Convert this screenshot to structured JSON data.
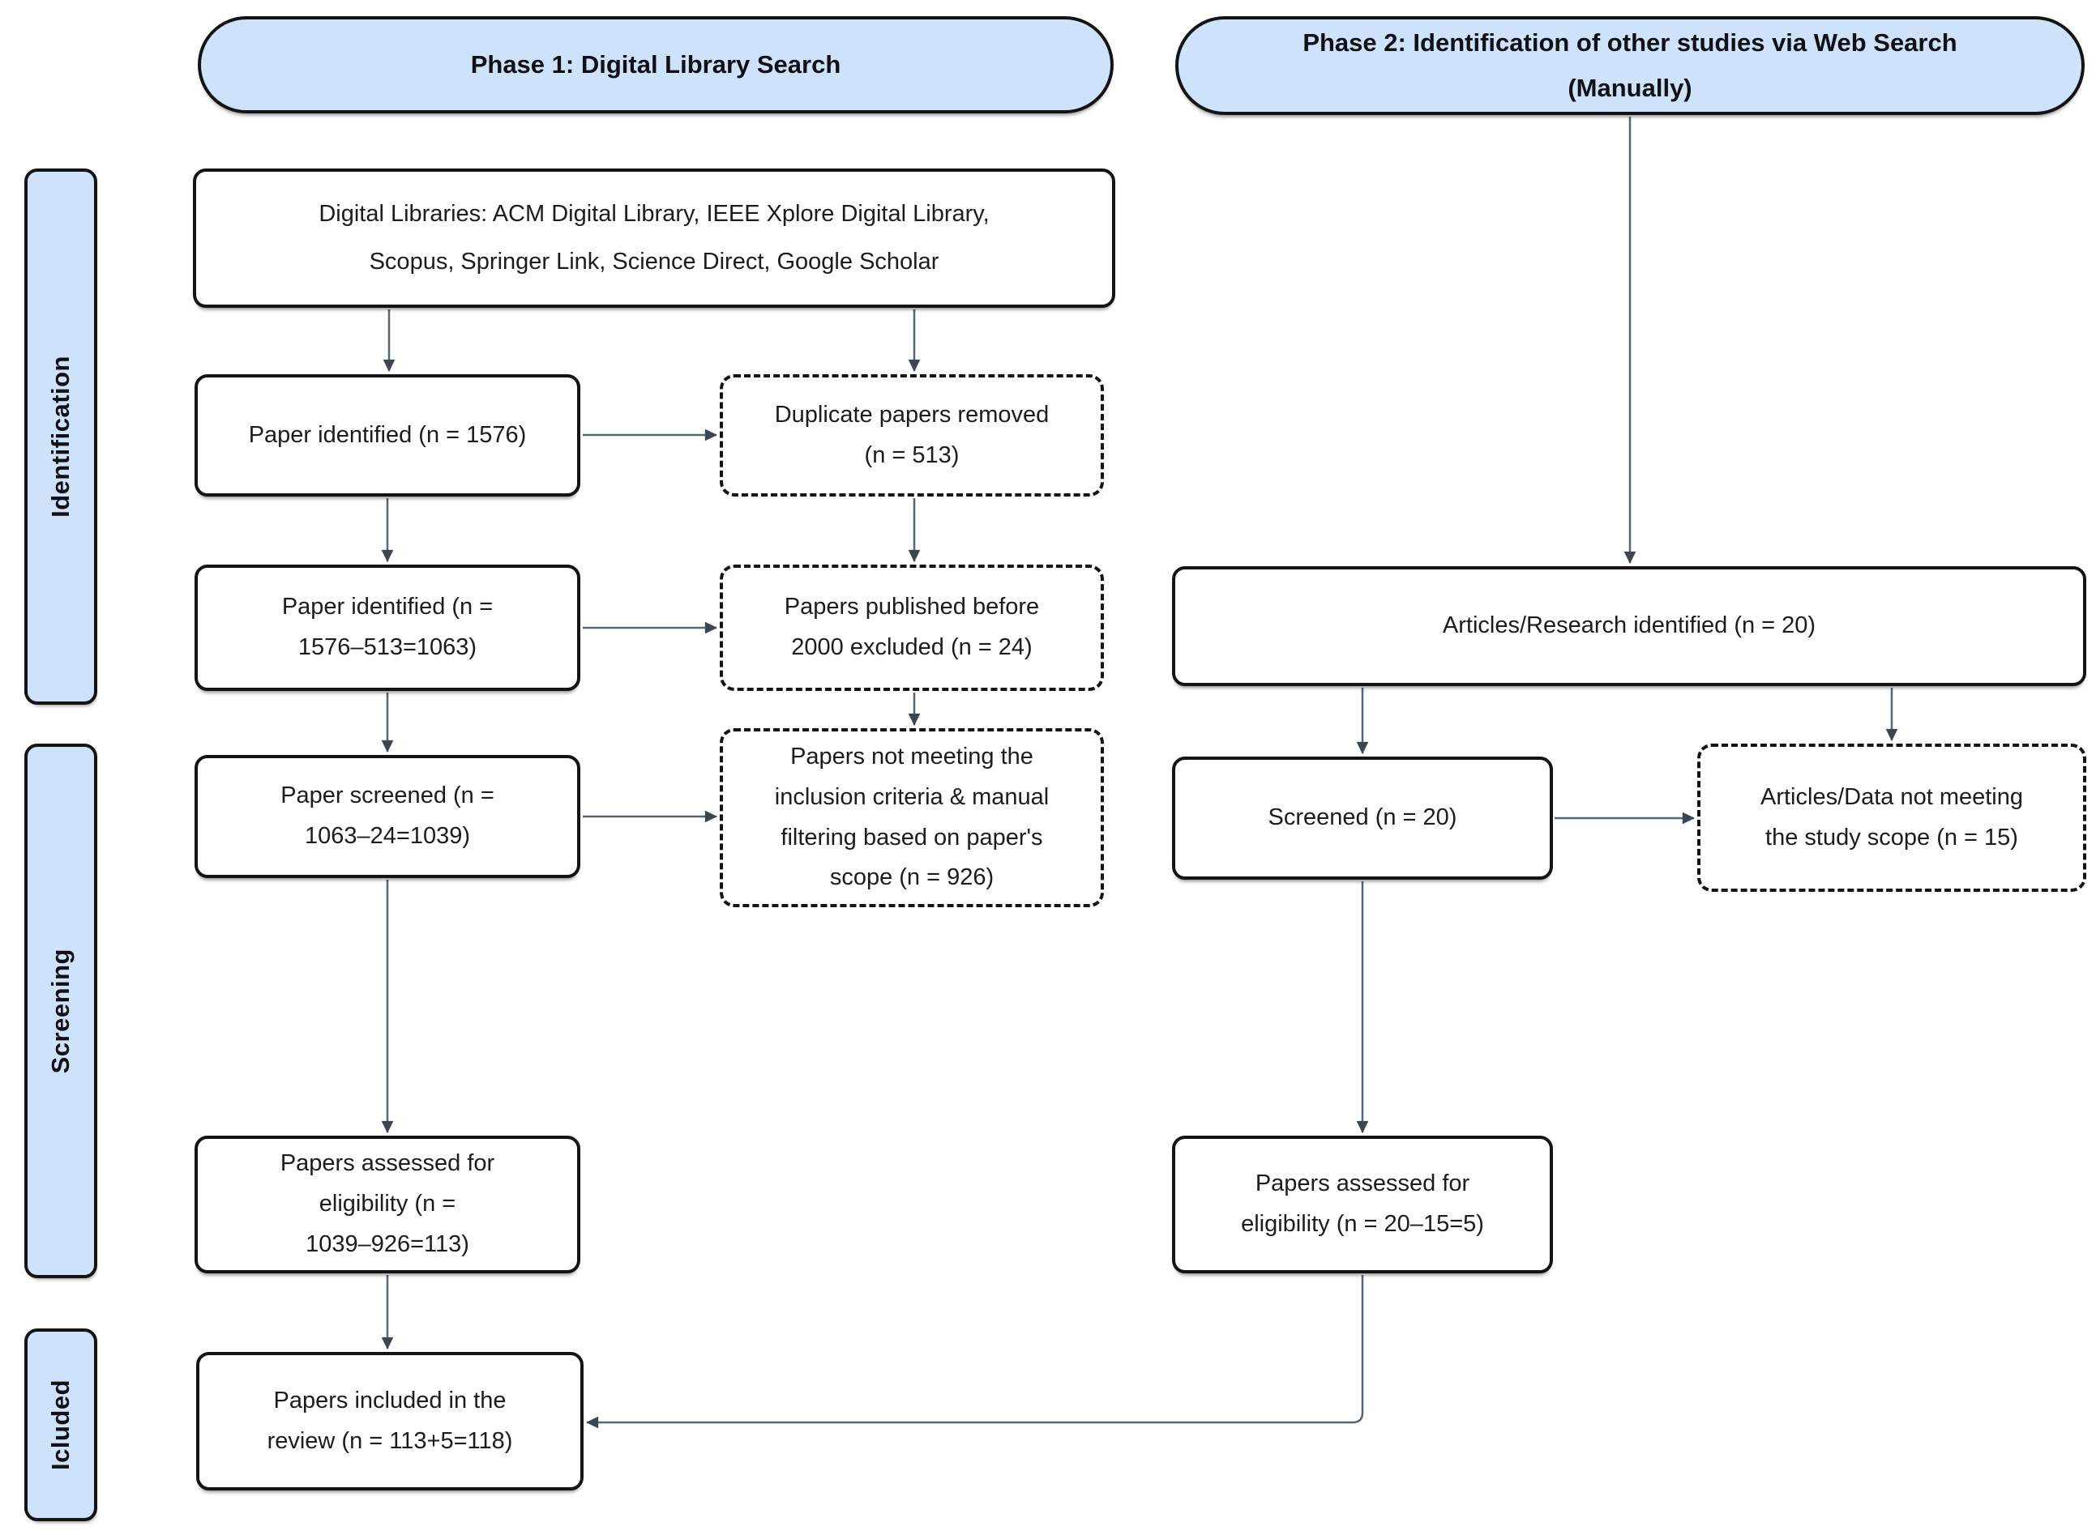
{
  "colors": {
    "background": "#ffffff",
    "pill_fill": "#cfe2fc",
    "band_fill": "#cfe2fc",
    "box_border": "#141414",
    "arrow_line": "#5b6673",
    "arrow_head": "#3c4653",
    "text": "#1b1c1e"
  },
  "headers": {
    "phase1": "Phase 1: Digital Library Search",
    "phase2": "Phase 2: Identification of other studies via Web Search\n(Manually)"
  },
  "stages": {
    "identification": "Identification",
    "screening": "Screening",
    "included": "Icluded"
  },
  "nodes": {
    "p1_sources": "Digital Libraries: ACM Digital Library, IEEE Xplore Digital Library,\nScopus, Springer Link, Science Direct, Google Scholar",
    "p1_identified": "Paper identified (n = 1576)",
    "p1_duplicates_removed": "Duplicate papers removed\n(n = 513)",
    "p1_identified_dedup": "Paper identified (n =\n1576–513=1063)",
    "p1_excluded_before_2000": "Papers published before\n2000 excluded (n = 24)",
    "p1_screened": "Paper screened (n =\n1063–24=1039)",
    "p1_excluded_criteria": "Papers not meeting the\ninclusion criteria & manual\nfiltering based on paper's\nscope (n = 926)",
    "p1_assessed": "Papers assessed for\neligibility (n =\n1039–926=113)",
    "included_review": "Papers included in the\nreview (n = 113+5=118)",
    "p2_identified": "Articles/Research identified (n = 20)",
    "p2_screened": "Screened (n = 20)",
    "p2_excluded_scope": "Articles/Data not meeting\nthe study scope (n = 15)",
    "p2_assessed": "Papers assessed for\neligibility (n = 20–15=5)"
  }
}
